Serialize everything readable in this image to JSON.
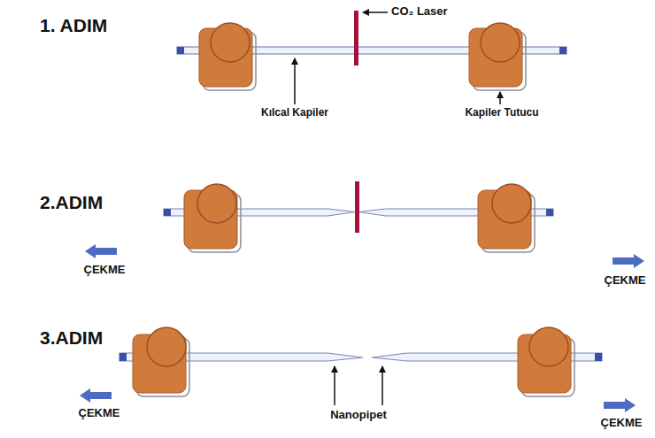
{
  "diagram": {
    "labels": [
      "1. ADIM",
      "CO₂ Laser",
      "Kılcal Kapiler",
      "Kapiler Tutucu",
      "2.ADIM",
      "ÇEKME",
      "ÇEKME",
      "3.ADIM",
      "ÇEKME",
      "ÇEKME",
      "Nanopipet"
    ]
  }
}
